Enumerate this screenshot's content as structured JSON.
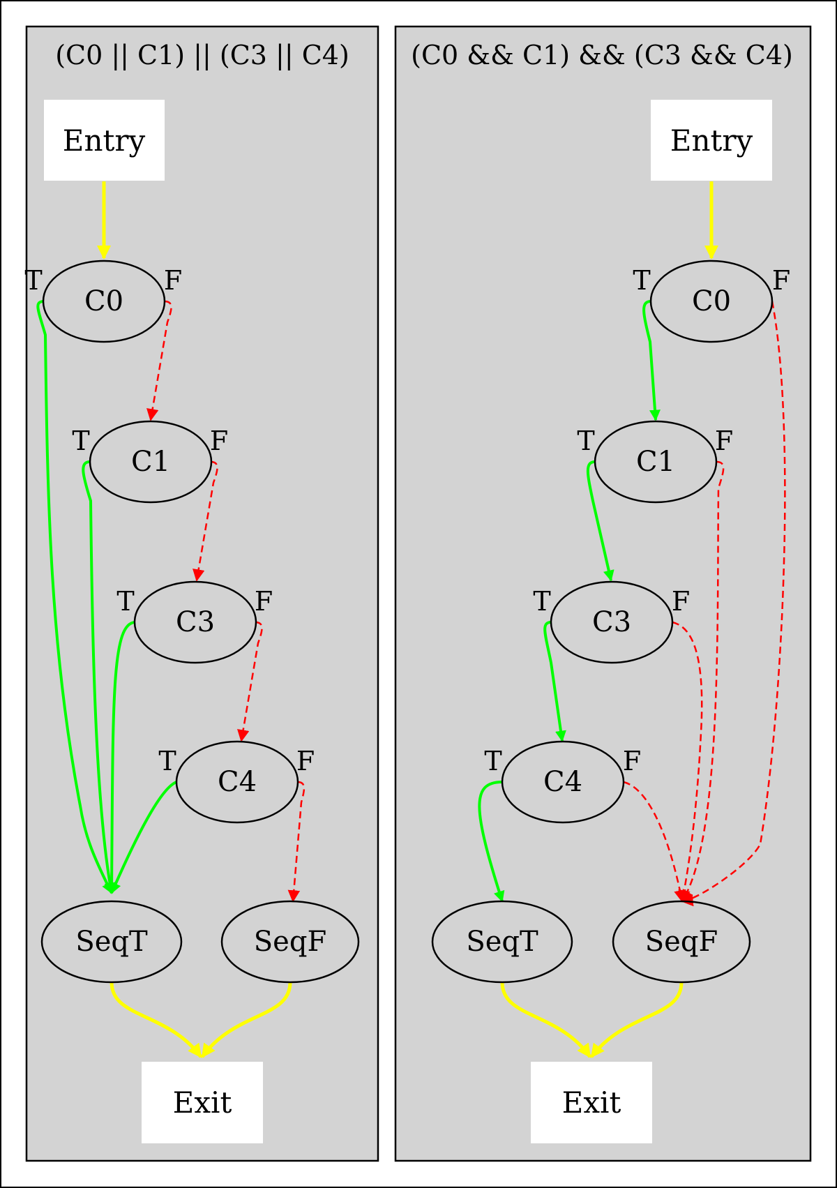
{
  "colors": {
    "background": "#ffffff",
    "cluster_fill": "#d3d3d3",
    "cluster_border": "#000000",
    "control_flow": "#ffff00",
    "true_edge": "#00ff00",
    "false_edge": "#ff0000"
  },
  "diagram": {
    "clusters": [
      {
        "id": "or",
        "title": "(C0 || C1) || (C3 || C4)",
        "entry": "Entry",
        "exit": "Exit",
        "conditions": [
          {
            "label": "C0",
            "t": "T",
            "f": "F"
          },
          {
            "label": "C1",
            "t": "T",
            "f": "F"
          },
          {
            "label": "C3",
            "t": "T",
            "f": "F"
          },
          {
            "label": "C4",
            "t": "T",
            "f": "F"
          }
        ],
        "seq_true": "SeqT",
        "seq_false": "SeqF"
      },
      {
        "id": "and",
        "title": "(C0 && C1) && (C3 && C4)",
        "entry": "Entry",
        "exit": "Exit",
        "conditions": [
          {
            "label": "C0",
            "t": "T",
            "f": "F"
          },
          {
            "label": "C1",
            "t": "T",
            "f": "F"
          },
          {
            "label": "C3",
            "t": "T",
            "f": "F"
          },
          {
            "label": "C4",
            "t": "T",
            "f": "F"
          }
        ],
        "seq_true": "SeqT",
        "seq_false": "SeqF"
      }
    ]
  }
}
